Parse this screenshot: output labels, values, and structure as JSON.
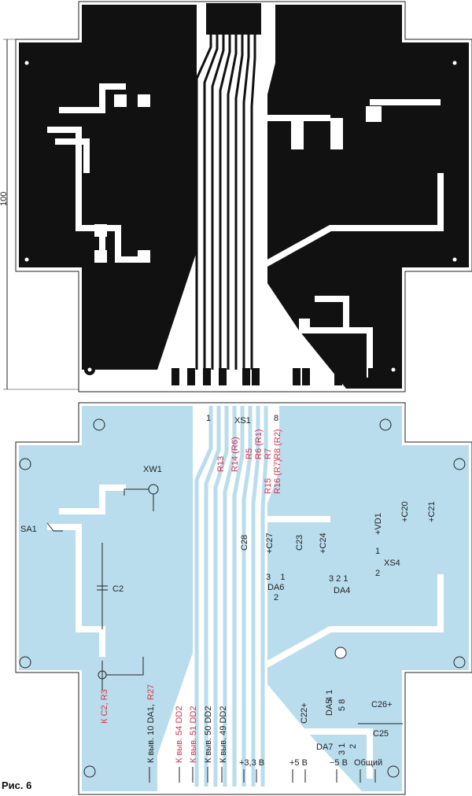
{
  "figure_caption": "Рис. 6",
  "dimension_label": "100",
  "colors": {
    "copper_top": "#111111",
    "copper_bottom": "#b9dded",
    "board": "#ffffff",
    "red_label": "#d8324a"
  },
  "connector_xs1": {
    "pin_first": "1",
    "name": "XS1",
    "pin_last": "8"
  },
  "resistor_labels": [
    "R13",
    "R14 (R6)",
    "R5",
    "R6 (R1)",
    "R7",
    "R8 (R2)",
    "R15",
    "R16 (R7)"
  ],
  "components": {
    "xw1": "XW1",
    "sa1": "SA1",
    "c2": "C2",
    "c28": "C28",
    "c27": "+C27",
    "c23": "C23",
    "c24": "+C24",
    "da6_pins_top": "3    1",
    "da6": "DA6",
    "da6_pin2": "2",
    "da4_pins": "3 2 1",
    "da4": "DA4",
    "vd1": "+VD1",
    "c20": "+C20",
    "c21": "+C21",
    "xs4_pin1": "1",
    "xs4": "XS4",
    "xs4_pin2": "2",
    "c26": "C26+",
    "c25": "C25",
    "c22": "C22+",
    "da5": "DA5",
    "da5_pins_a": "4 1",
    "da5_pins_b": "5 8",
    "da7": "DA7",
    "da7_pins": "3 1",
    "da7_pin2": "2"
  },
  "connection_labels": {
    "to_c2_r3": "К C2, R3",
    "to_da1_text": "К выв. 10 DA1,",
    "to_da1_r27": "R27",
    "pin54": "К выв. 54 DD2",
    "pin51": "К выв. 51 DD2",
    "pin50": "К выв. 50 DD2",
    "pin49": "К выв. 49 DD2"
  },
  "power_labels": {
    "v33": "+3,3 В",
    "v5": "+5 В",
    "vneg5": "−5 В",
    "common": "Общий"
  }
}
